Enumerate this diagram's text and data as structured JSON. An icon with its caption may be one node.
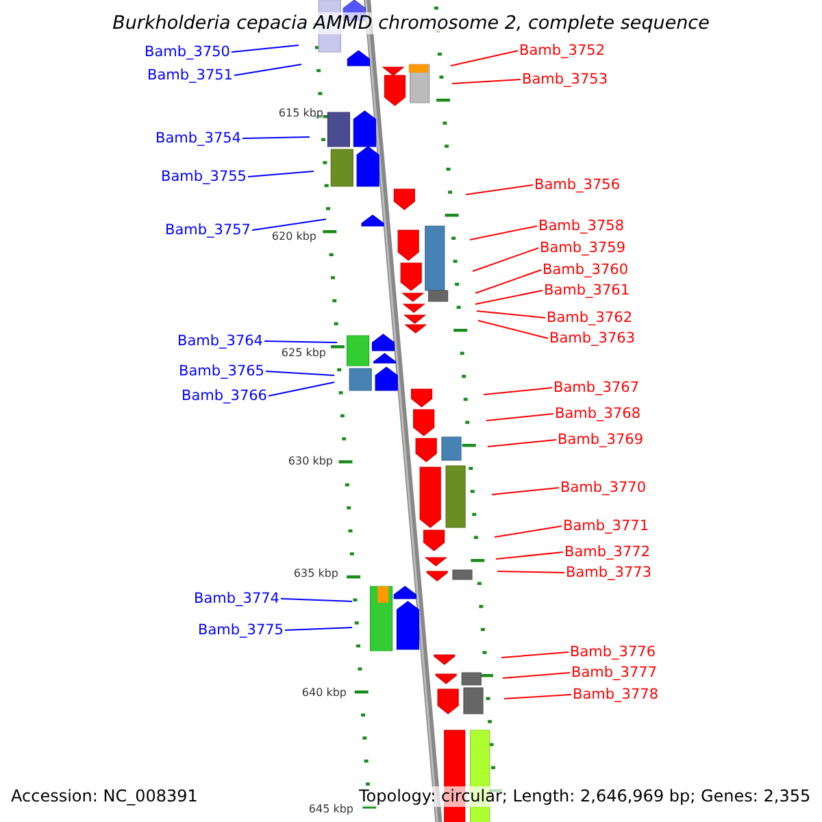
{
  "diagram": {
    "title": "Burkholderia cepacia AMMD chromosome 2, complete sequence",
    "nodes": [
      {
        "text": [
          "Bamb_3752"
        ]
      },
      {
        "text": [
          "Bamb_3750"
        ]
      },
      {
        "text": [
          "Bamb_3751"
        ]
      },
      {
        "text": [
          "Bamb_3753"
        ]
      },
      {
        "text": [
          "Bamb_3754"
        ]
      },
      {
        "text": [
          "Bamb_3755"
        ]
      },
      {
        "text": [
          "Bamb_3756"
        ]
      },
      {
        "text": [
          "Bamb_3758"
        ]
      },
      {
        "text": [
          "Bamb_3757"
        ]
      },
      {
        "text": [
          "Bamb_3759"
        ]
      },
      {
        "text": [
          "Bamb_3760"
        ]
      },
      {
        "text": [
          "Bamb_3761"
        ]
      },
      {
        "text": [
          "Bamb_3762"
        ]
      },
      {
        "text": [
          "Bamb_3763"
        ]
      },
      {
        "text": [
          "Bamb_3764"
        ]
      },
      {
        "text": [
          "Bamb_3765"
        ]
      },
      {
        "text": [
          "Bamb_3767"
        ]
      },
      {
        "text": [
          "Bamb_3766"
        ]
      },
      {
        "text": [
          "Bamb_3768"
        ]
      },
      {
        "text": [
          "Bamb_3769"
        ]
      },
      {
        "text": [
          "Bamb_3770"
        ]
      },
      {
        "text": [
          "Bamb_3771"
        ]
      },
      {
        "text": [
          "Bamb_3772"
        ]
      },
      {
        "text": [
          "Bamb_3773"
        ]
      },
      {
        "text": [
          "Bamb_3774"
        ]
      },
      {
        "text": [
          "Bamb_3775"
        ]
      },
      {
        "text": [
          "Bamb_3776"
        ]
      },
      {
        "text": [
          "Bamb_3777"
        ]
      },
      {
        "text": [
          "Bamb_3778"
        ]
      }
    ],
    "edges": [
      {
        "from": 0,
        "to": null,
        "arrow": "none"
      },
      {
        "from": 1,
        "to": null,
        "arrow": "none",
        "color": "#0000ff"
      },
      {
        "from": 2,
        "to": null,
        "arrow": "none",
        "color": "#0000ff"
      },
      {
        "from": 3,
        "to": null,
        "arrow": "none"
      },
      {
        "from": 4,
        "to": null,
        "arrow": "none",
        "color": "#0000ff"
      },
      {
        "from": 5,
        "to": null,
        "arrow": "none",
        "color": "#0000ff"
      },
      {
        "from": 6,
        "to": null,
        "arrow": "none"
      },
      {
        "from": 7,
        "to": null,
        "arrow": "none"
      },
      {
        "from": 8,
        "to": null,
        "arrow": "none",
        "color": "#0000ff"
      },
      {
        "from": 9,
        "to": null,
        "arrow": "none"
      },
      {
        "from": 10,
        "to": null,
        "arrow": "none"
      },
      {
        "from": 11,
        "to": null,
        "arrow": "none"
      },
      {
        "from": 12,
        "to": null,
        "arrow": "none"
      },
      {
        "from": 13,
        "to": null,
        "arrow": "none"
      },
      {
        "from": 14,
        "to": null,
        "arrow": "none",
        "color": "#0000ff"
      },
      {
        "from": 15,
        "to": null,
        "arrow": "none",
        "color": "#0000ff"
      },
      {
        "from": 16,
        "to": null,
        "arrow": "none"
      },
      {
        "from": 17,
        "to": null,
        "arrow": "none",
        "color": "#0000ff"
      },
      {
        "from": 18,
        "to": null,
        "arrow": "none"
      },
      {
        "from": 19,
        "to": null,
        "arrow": "none"
      },
      {
        "from": 20,
        "to": null,
        "arrow": "none"
      },
      {
        "from": 21,
        "to": null,
        "arrow": "none"
      },
      {
        "from": 22,
        "to": null,
        "arrow": "none"
      },
      {
        "from": 23,
        "to": null,
        "arrow": "none"
      },
      {
        "from": 24,
        "to": null,
        "arrow": "none",
        "color": "#0000ff"
      },
      {
        "from": 25,
        "to": null,
        "arrow": "none",
        "color": "#0000ff"
      },
      {
        "from": 26,
        "to": null,
        "arrow": "none"
      },
      {
        "from": 27,
        "to": null,
        "arrow": "none"
      },
      {
        "from": 28,
        "to": null,
        "arrow": "none"
      }
    ],
    "labels": [
      "615 kbp",
      "620 kbp",
      "625 kbp",
      "630 kbp",
      "635 kbp",
      "640 kbp",
      "Accession: NC_008391",
      "Topology: circular; Length: 2,646,969 bp; Genes: 2,355",
      "645 kbp"
    ]
  }
}
